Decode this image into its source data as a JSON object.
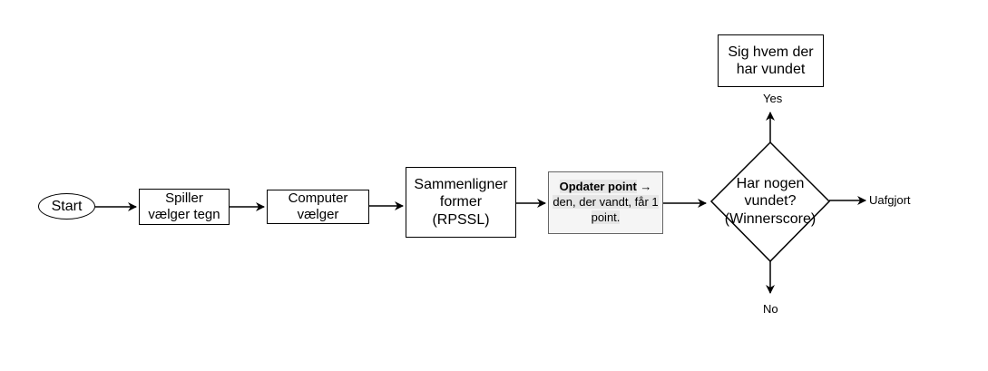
{
  "diagram": {
    "start": "Start",
    "spiller": "Spiller vælger tegn",
    "computer": "Computer vælger",
    "sammenligner": "Sammenligner former (RPSSL)",
    "opdater": {
      "title": "Opdater point",
      "arrow": "→",
      "body": "den, der vandt, får 1 point."
    },
    "decision": "Har nogen vundet? (Winnerscore)",
    "winner": "Sig hvem der har vundet",
    "edge_yes": "Yes",
    "edge_no": "No",
    "edge_right": "Uafgjort"
  },
  "colors": {
    "stroke": "#000000",
    "opdater_fill": "#f5f5f5",
    "opdater_border": "#666666",
    "opdater_highlight": "#e6e6e6"
  }
}
